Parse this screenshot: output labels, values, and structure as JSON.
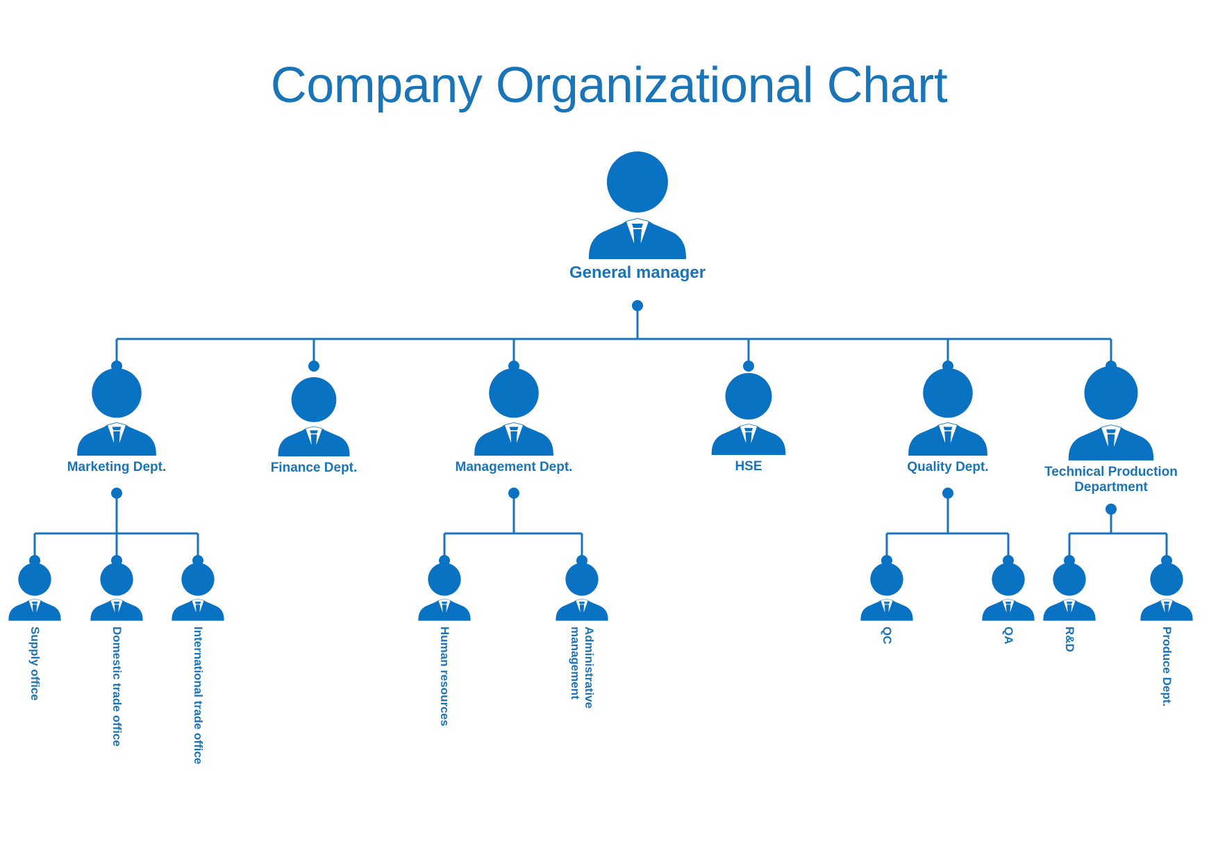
{
  "title": "Company Organizational Chart",
  "colors": {
    "icon_blue": "#0a72c3",
    "title_blue": "#1a74b8",
    "label_blue": "#1a74b8",
    "line_blue": "#1a74b8",
    "background": "#ffffff"
  },
  "chart_data": {
    "type": "diagram",
    "title": "Company Organizational Chart",
    "root": {
      "label": "General manager",
      "level": 1,
      "children": [
        {
          "label": "Marketing Dept.",
          "level": 2,
          "children": [
            {
              "label": "Supply office",
              "level": 3,
              "children": []
            },
            {
              "label": "Domestic trade office",
              "level": 3,
              "children": []
            },
            {
              "label": "International trade office",
              "level": 3,
              "children": []
            }
          ]
        },
        {
          "label": "Finance Dept.",
          "level": 2,
          "children": []
        },
        {
          "label": "Management Dept.",
          "level": 2,
          "children": [
            {
              "label": "Human resources",
              "level": 3,
              "children": []
            },
            {
              "label": "Administrative\nmanagement",
              "level": 3,
              "children": []
            }
          ]
        },
        {
          "label": "HSE",
          "level": 2,
          "children": []
        },
        {
          "label": "Quality Dept.",
          "level": 2,
          "children": [
            {
              "label": "QC",
              "level": 3,
              "children": []
            },
            {
              "label": "QA",
              "level": 3,
              "children": []
            }
          ]
        },
        {
          "label": "Technical Production\nDepartment",
          "level": 2,
          "children": [
            {
              "label": "R&D",
              "level": 3,
              "children": []
            },
            {
              "label": "Produce Dept.",
              "level": 3,
              "children": []
            }
          ]
        }
      ]
    }
  },
  "nodes": {
    "gm": {
      "label": "General manager"
    },
    "marketing": {
      "label": "Marketing Dept."
    },
    "finance": {
      "label": "Finance Dept."
    },
    "management": {
      "label": "Management Dept."
    },
    "hse": {
      "label": "HSE"
    },
    "quality": {
      "label": "Quality Dept."
    },
    "technical": {
      "label": "Technical Production Department"
    },
    "supply": {
      "label": "Supply office"
    },
    "domestic": {
      "label": "Domestic trade office"
    },
    "international": {
      "label": "International trade office"
    },
    "hr": {
      "label": "Human resources"
    },
    "admin": {
      "label": "Administrative management"
    },
    "qc": {
      "label": "QC"
    },
    "qa": {
      "label": "QA"
    },
    "rd": {
      "label": "R&D"
    },
    "produce": {
      "label": "Produce Dept."
    }
  },
  "icons": {
    "person": "person-suit-tie-icon"
  }
}
